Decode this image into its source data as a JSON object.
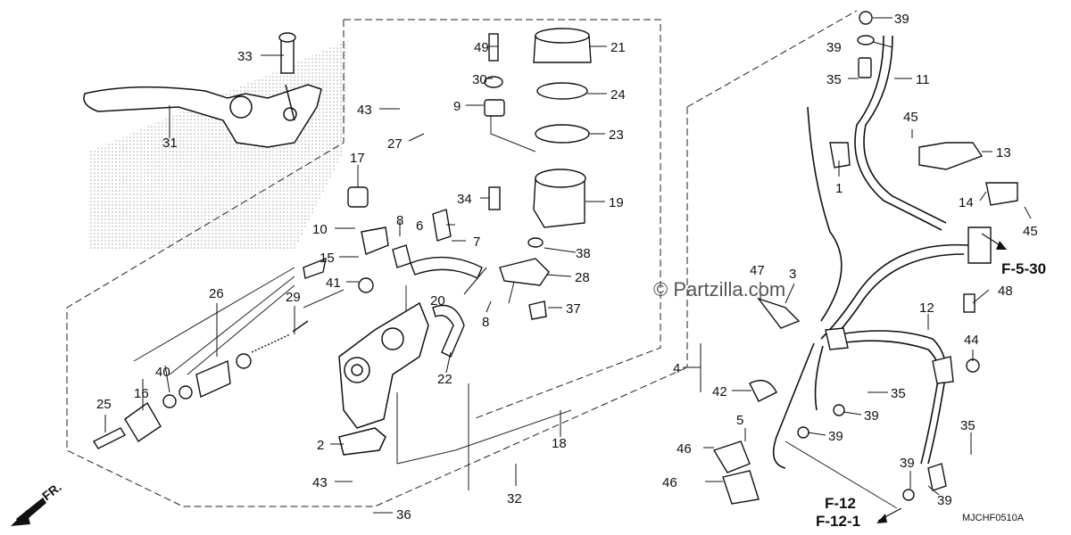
{
  "diagram": {
    "part_numbers": [
      {
        "id": "p33",
        "label": "33"
      },
      {
        "id": "p31",
        "label": "31"
      },
      {
        "id": "p49",
        "label": "49"
      },
      {
        "id": "p21",
        "label": "21"
      },
      {
        "id": "p30",
        "label": "30"
      },
      {
        "id": "p24",
        "label": "24"
      },
      {
        "id": "p9",
        "label": "9"
      },
      {
        "id": "p23",
        "label": "23"
      },
      {
        "id": "p43a",
        "label": "43"
      },
      {
        "id": "p27",
        "label": "27"
      },
      {
        "id": "p17",
        "label": "17"
      },
      {
        "id": "p34",
        "label": "34"
      },
      {
        "id": "p19",
        "label": "19"
      },
      {
        "id": "p10",
        "label": "10"
      },
      {
        "id": "p8a",
        "label": "8"
      },
      {
        "id": "p6",
        "label": "6"
      },
      {
        "id": "p7",
        "label": "7"
      },
      {
        "id": "p38",
        "label": "38"
      },
      {
        "id": "p15",
        "label": "15"
      },
      {
        "id": "p28",
        "label": "28"
      },
      {
        "id": "p41",
        "label": "41"
      },
      {
        "id": "p20",
        "label": "20"
      },
      {
        "id": "p8b",
        "label": "8"
      },
      {
        "id": "p37",
        "label": "37"
      },
      {
        "id": "p26",
        "label": "26"
      },
      {
        "id": "p29",
        "label": "29"
      },
      {
        "id": "p40",
        "label": "40"
      },
      {
        "id": "p16",
        "label": "16"
      },
      {
        "id": "p22",
        "label": "22"
      },
      {
        "id": "p25",
        "label": "25"
      },
      {
        "id": "p18",
        "label": "18"
      },
      {
        "id": "p2",
        "label": "2"
      },
      {
        "id": "p43b",
        "label": "43"
      },
      {
        "id": "p32",
        "label": "32"
      },
      {
        "id": "p36",
        "label": "36"
      },
      {
        "id": "p39a",
        "label": "39"
      },
      {
        "id": "p39b",
        "label": "39"
      },
      {
        "id": "p35a",
        "label": "35"
      },
      {
        "id": "p11",
        "label": "11"
      },
      {
        "id": "p45a",
        "label": "45"
      },
      {
        "id": "p13",
        "label": "13"
      },
      {
        "id": "p1",
        "label": "1"
      },
      {
        "id": "p14",
        "label": "14"
      },
      {
        "id": "p45b",
        "label": "45"
      },
      {
        "id": "p47",
        "label": "47"
      },
      {
        "id": "p3",
        "label": "3"
      },
      {
        "id": "p48",
        "label": "48"
      },
      {
        "id": "p12",
        "label": "12"
      },
      {
        "id": "p44",
        "label": "44"
      },
      {
        "id": "p4",
        "label": "4"
      },
      {
        "id": "p42",
        "label": "42"
      },
      {
        "id": "p35b",
        "label": "35"
      },
      {
        "id": "p39c",
        "label": "39"
      },
      {
        "id": "p5",
        "label": "5"
      },
      {
        "id": "p39d",
        "label": "39"
      },
      {
        "id": "p46a",
        "label": "46"
      },
      {
        "id": "p35c",
        "label": "35"
      },
      {
        "id": "p46b",
        "label": "46"
      },
      {
        "id": "p39e",
        "label": "39"
      },
      {
        "id": "p39f",
        "label": "39"
      }
    ],
    "refs": {
      "f530": "F-5-30",
      "f12": "F-12",
      "f121": "F-12-1"
    },
    "watermark": "© Partzilla.com",
    "front_label": "FR.",
    "diagram_code": "MJCHF0510A"
  }
}
